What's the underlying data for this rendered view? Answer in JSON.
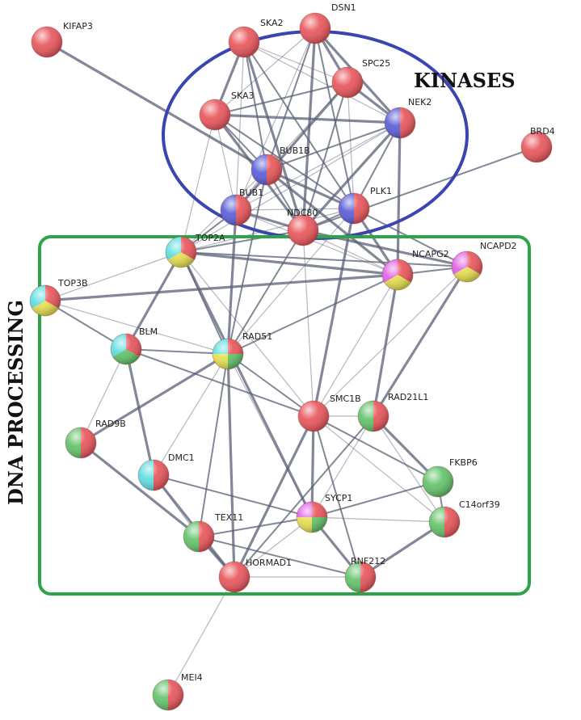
{
  "groups": [
    {
      "id": "kinases",
      "label": "KINASES",
      "color": "#3a45b0",
      "shape": "ellipse"
    },
    {
      "id": "dna",
      "label": "DNA PROCESSING",
      "color": "#2ea34a",
      "shape": "rounded-rect"
    }
  ],
  "colors": {
    "red": "#e8575c",
    "blue": "#5a5fd8",
    "cyan": "#5fdde0",
    "yellow": "#e8e052",
    "green": "#63c36a",
    "magenta": "#e061e8",
    "edge": "#5a6075"
  },
  "nodes": [
    {
      "id": "KIFAP3",
      "label": "KIFAP3",
      "colors": [
        "red"
      ]
    },
    {
      "id": "SKA2",
      "label": "SKA2",
      "colors": [
        "red"
      ]
    },
    {
      "id": "DSN1",
      "label": "DSN1",
      "colors": [
        "red"
      ]
    },
    {
      "id": "SPC25",
      "label": "SPC25",
      "colors": [
        "red"
      ]
    },
    {
      "id": "SKA3",
      "label": "SKA3",
      "colors": [
        "red"
      ]
    },
    {
      "id": "NEK2",
      "label": "NEK2",
      "colors": [
        "red",
        "blue"
      ]
    },
    {
      "id": "BRD4",
      "label": "BRD4",
      "colors": [
        "red"
      ]
    },
    {
      "id": "BUB1B",
      "label": "BUB1B",
      "colors": [
        "red",
        "blue"
      ]
    },
    {
      "id": "BUB1",
      "label": "BUB1",
      "colors": [
        "red",
        "blue"
      ]
    },
    {
      "id": "PLK1",
      "label": "PLK1",
      "colors": [
        "red",
        "blue"
      ]
    },
    {
      "id": "NDC80",
      "label": "NDC80",
      "colors": [
        "red"
      ]
    },
    {
      "id": "TOP2A",
      "label": "TOP2A",
      "colors": [
        "red",
        "yellow",
        "cyan"
      ]
    },
    {
      "id": "NCAPG2",
      "label": "NCAPG2",
      "colors": [
        "red",
        "yellow",
        "magenta"
      ]
    },
    {
      "id": "NCAPD2",
      "label": "NCAPD2",
      "colors": [
        "red",
        "yellow",
        "magenta"
      ]
    },
    {
      "id": "TOP3B",
      "label": "TOP3B",
      "colors": [
        "red",
        "yellow",
        "cyan"
      ]
    },
    {
      "id": "BLM",
      "label": "BLM",
      "colors": [
        "red",
        "green",
        "cyan"
      ]
    },
    {
      "id": "RAD51",
      "label": "RAD51",
      "colors": [
        "red",
        "green",
        "yellow",
        "cyan"
      ]
    },
    {
      "id": "SMC1B",
      "label": "SMC1B",
      "colors": [
        "red"
      ]
    },
    {
      "id": "RAD21L1",
      "label": "RAD21L1",
      "colors": [
        "red",
        "green"
      ]
    },
    {
      "id": "RAD9B",
      "label": "RAD9B",
      "colors": [
        "red",
        "green"
      ]
    },
    {
      "id": "DMC1",
      "label": "DMC1",
      "colors": [
        "red",
        "cyan"
      ]
    },
    {
      "id": "FKBP6",
      "label": "FKBP6",
      "colors": [
        "green"
      ]
    },
    {
      "id": "SYCP1",
      "label": "SYCP1",
      "colors": [
        "red",
        "green",
        "yellow",
        "magenta"
      ]
    },
    {
      "id": "TEX11",
      "label": "TEX11",
      "colors": [
        "red",
        "green"
      ]
    },
    {
      "id": "C14orf39",
      "label": "C14orf39",
      "colors": [
        "red",
        "green"
      ]
    },
    {
      "id": "HORMAD1",
      "label": "HORMAD1",
      "colors": [
        "red"
      ]
    },
    {
      "id": "RNF212",
      "label": "RNF212",
      "colors": [
        "red",
        "green"
      ]
    },
    {
      "id": "MEI4",
      "label": "MEI4",
      "colors": [
        "red",
        "green"
      ]
    }
  ],
  "edges": [
    [
      "KIFAP3",
      "BUB1B"
    ],
    [
      "SKA2",
      "DSN1"
    ],
    [
      "SKA2",
      "SPC25"
    ],
    [
      "SKA2",
      "SKA3"
    ],
    [
      "SKA2",
      "BUB1B"
    ],
    [
      "SKA2",
      "BUB1"
    ],
    [
      "SKA2",
      "NDC80"
    ],
    [
      "SKA2",
      "PLK1"
    ],
    [
      "SKA2",
      "NEK2"
    ],
    [
      "DSN1",
      "SPC25"
    ],
    [
      "DSN1",
      "BUB1B"
    ],
    [
      "DSN1",
      "BUB1"
    ],
    [
      "DSN1",
      "NDC80"
    ],
    [
      "DSN1",
      "PLK1"
    ],
    [
      "DSN1",
      "SKA3"
    ],
    [
      "DSN1",
      "NEK2"
    ],
    [
      "SPC25",
      "SKA3"
    ],
    [
      "SPC25",
      "BUB1B"
    ],
    [
      "SPC25",
      "BUB1"
    ],
    [
      "SPC25",
      "NDC80"
    ],
    [
      "SPC25",
      "PLK1"
    ],
    [
      "SPC25",
      "NEK2"
    ],
    [
      "SKA3",
      "BUB1B"
    ],
    [
      "SKA3",
      "BUB1"
    ],
    [
      "SKA3",
      "NDC80"
    ],
    [
      "SKA3",
      "PLK1"
    ],
    [
      "SKA3",
      "TOP2A"
    ],
    [
      "SKA3",
      "NEK2"
    ],
    [
      "NEK2",
      "BUB1B"
    ],
    [
      "NEK2",
      "BUB1"
    ],
    [
      "NEK2",
      "NDC80"
    ],
    [
      "NEK2",
      "PLK1"
    ],
    [
      "NEK2",
      "TOP2A"
    ],
    [
      "NEK2",
      "NCAPG2"
    ],
    [
      "BRD4",
      "NDC80"
    ],
    [
      "BUB1B",
      "BUB1"
    ],
    [
      "BUB1B",
      "PLK1"
    ],
    [
      "BUB1B",
      "NDC80"
    ],
    [
      "BUB1B",
      "TOP2A"
    ],
    [
      "BUB1B",
      "NCAPG2"
    ],
    [
      "BUB1B",
      "RAD51"
    ],
    [
      "BUB1",
      "PLK1"
    ],
    [
      "BUB1",
      "NDC80"
    ],
    [
      "BUB1",
      "TOP2A"
    ],
    [
      "BUB1",
      "NCAPG2"
    ],
    [
      "BUB1",
      "RAD51"
    ],
    [
      "PLK1",
      "NDC80"
    ],
    [
      "PLK1",
      "TOP2A"
    ],
    [
      "PLK1",
      "NCAPG2"
    ],
    [
      "PLK1",
      "NCAPD2"
    ],
    [
      "PLK1",
      "RAD51"
    ],
    [
      "PLK1",
      "SMC1B"
    ],
    [
      "NDC80",
      "TOP2A"
    ],
    [
      "NDC80",
      "NCAPG2"
    ],
    [
      "NDC80",
      "NCAPD2"
    ],
    [
      "NDC80",
      "RAD51"
    ],
    [
      "NDC80",
      "SMC1B"
    ],
    [
      "TOP2A",
      "NCAPG2"
    ],
    [
      "TOP2A",
      "NCAPD2"
    ],
    [
      "TOP2A",
      "TOP3B"
    ],
    [
      "TOP2A",
      "BLM"
    ],
    [
      "TOP2A",
      "RAD51"
    ],
    [
      "TOP2A",
      "SMC1B"
    ],
    [
      "TOP2A",
      "SYCP1"
    ],
    [
      "NCAPG2",
      "NCAPD2"
    ],
    [
      "NCAPG2",
      "SMC1B"
    ],
    [
      "NCAPG2",
      "RAD21L1"
    ],
    [
      "NCAPG2",
      "RAD51"
    ],
    [
      "NCAPD2",
      "SMC1B"
    ],
    [
      "NCAPD2",
      "RAD21L1"
    ],
    [
      "TOP3B",
      "BLM"
    ],
    [
      "TOP3B",
      "RAD51"
    ],
    [
      "TOP3B",
      "NCAPG2"
    ],
    [
      "BLM",
      "RAD51"
    ],
    [
      "BLM",
      "RAD9B"
    ],
    [
      "BLM",
      "DMC1"
    ],
    [
      "BLM",
      "SMC1B"
    ],
    [
      "RAD51",
      "DMC1"
    ],
    [
      "RAD51",
      "RAD9B"
    ],
    [
      "RAD51",
      "SMC1B"
    ],
    [
      "RAD51",
      "SYCP1"
    ],
    [
      "RAD51",
      "HORMAD1"
    ],
    [
      "RAD51",
      "TEX11"
    ],
    [
      "SMC1B",
      "RAD21L1"
    ],
    [
      "SMC1B",
      "SYCP1"
    ],
    [
      "SMC1B",
      "FKBP6"
    ],
    [
      "SMC1B",
      "C14orf39"
    ],
    [
      "SMC1B",
      "HORMAD1"
    ],
    [
      "SMC1B",
      "RNF212"
    ],
    [
      "RAD21L1",
      "SYCP1"
    ],
    [
      "RAD21L1",
      "FKBP6"
    ],
    [
      "RAD21L1",
      "HORMAD1"
    ],
    [
      "RAD21L1",
      "C14orf39"
    ],
    [
      "RAD9B",
      "TEX11"
    ],
    [
      "DMC1",
      "SYCP1"
    ],
    [
      "DMC1",
      "TEX11"
    ],
    [
      "DMC1",
      "HORMAD1"
    ],
    [
      "SYCP1",
      "FKBP6"
    ],
    [
      "SYCP1",
      "HORMAD1"
    ],
    [
      "SYCP1",
      "RNF212"
    ],
    [
      "SYCP1",
      "TEX11"
    ],
    [
      "SYCP1",
      "C14orf39"
    ],
    [
      "TEX11",
      "HORMAD1"
    ],
    [
      "TEX11",
      "RNF212"
    ],
    [
      "HORMAD1",
      "RNF212"
    ],
    [
      "RNF212",
      "C14orf39"
    ],
    [
      "FKBP6",
      "C14orf39"
    ],
    [
      "HORMAD1",
      "MEI4"
    ]
  ]
}
